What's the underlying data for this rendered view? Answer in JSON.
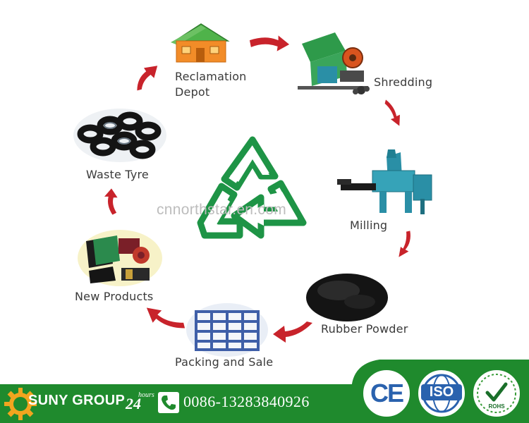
{
  "steps": {
    "reclamation": "Reclamation\nDepot",
    "reclamation_line1": "Reclamation",
    "reclamation_line2": "Depot",
    "shredding": "Shredding",
    "milling": "Milling",
    "rubber_powder": "Rubber Powder",
    "packing": "Packing and Sale",
    "new_products": "New Products",
    "waste_tyre": "Waste Tyre"
  },
  "watermark": "cnnorthstar.en.com",
  "footer": {
    "brand": "SUNY GROUP",
    "hours_number": "24",
    "hours_word": "hours",
    "phone": "0086-13283840926"
  },
  "certifications": {
    "ce": "CE",
    "iso": "ISO",
    "rohs": "ROHS"
  },
  "colors": {
    "arrow_red": "#c8232b",
    "recycle_green": "#1e9446",
    "footer_green": "#1f8a2d",
    "house_orange": "#f28c28",
    "machine_teal": "#2a8fa6"
  },
  "icons": {
    "center": "recycle-icon",
    "phone": "phone-icon"
  }
}
